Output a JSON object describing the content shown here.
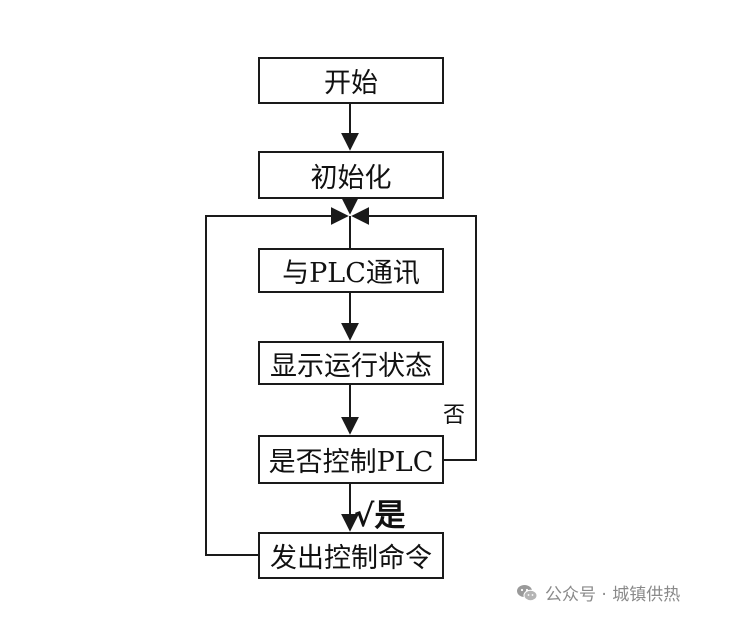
{
  "nodes": {
    "start": "开始",
    "init": "初始化",
    "comm": "与PLC通讯",
    "display": "显示运行状态",
    "decision": "是否控制PLC",
    "command": "发出控制命令"
  },
  "edge_labels": {
    "no": "否",
    "yes": "√是"
  },
  "watermark": {
    "text": "公众号 · 城镇供热",
    "icon": "wechat-icon"
  },
  "colors": {
    "stroke": "#1a1a1a",
    "watermark": "#8a8a8a"
  }
}
